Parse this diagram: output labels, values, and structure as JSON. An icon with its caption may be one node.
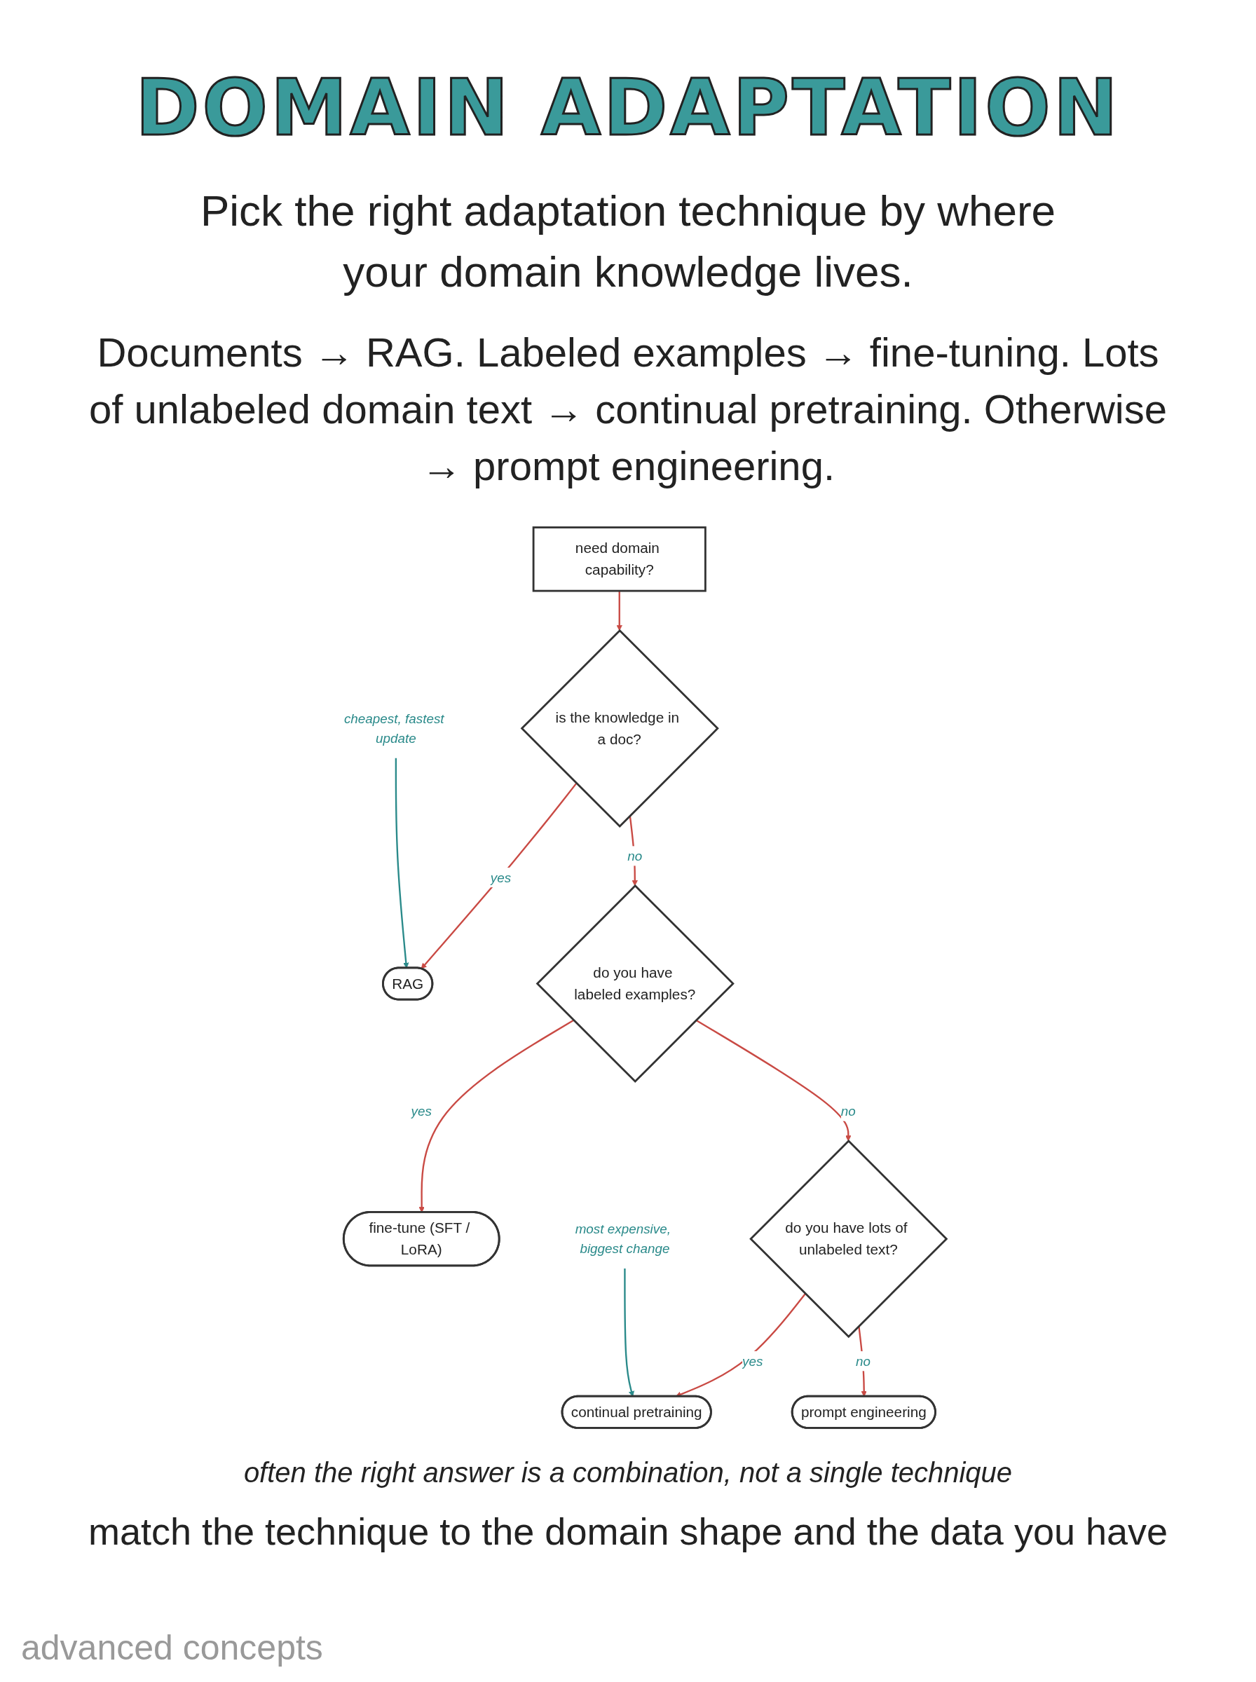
{
  "diagram": {
    "title": "DOMAIN ADAPTATION",
    "nodes": [
      {
        "text": [
          "need domain capability?"
        ]
      },
      {
        "text": [
          "is the knowledge in a doc?"
        ]
      },
      {
        "text": [
          "RAG"
        ]
      },
      {
        "text": [
          "do you have labeled examples?"
        ]
      },
      {
        "text": [
          "fine-tune (SFT / LoRA)"
        ]
      },
      {
        "text": [
          "do you have lots of unlabeled text?"
        ]
      },
      {
        "text": [
          "continual pretraining"
        ]
      },
      {
        "text": [
          "prompt engineering"
        ]
      },
      {
        "text": [
          "cheapest, fastest update"
        ]
      },
      {
        "text": [
          "most expensive, biggest change"
        ]
      }
    ],
    "edges": [
      {
        "from": 0,
        "to": 1,
        "arrow": "to"
      },
      {
        "from": 1,
        "to": 2,
        "arrow": "to",
        "label": "yes"
      },
      {
        "from": 1,
        "to": 3,
        "arrow": "to",
        "label": "no"
      },
      {
        "from": 3,
        "to": 4,
        "arrow": "to",
        "label": "yes"
      },
      {
        "from": 3,
        "to": 5,
        "arrow": "to",
        "label": "no"
      },
      {
        "from": 5,
        "to": 6,
        "arrow": "to",
        "label": "yes"
      },
      {
        "from": 5,
        "to": 7,
        "arrow": "to",
        "label": "no"
      },
      {
        "from": 8,
        "to": 2,
        "arrow": "to",
        "color": "#2a8a8a"
      },
      {
        "from": 9,
        "to": 6,
        "arrow": "to",
        "color": "#2a8a8a"
      }
    ],
    "labels": [
      "Pick the right adaptation technique by where your domain knowledge lives.",
      "Documents → RAG. Labeled examples → fine-tuning. Lots of unlabeled domain text → continual pretraining. Otherwise → prompt engineering.",
      "often the right answer is a combination, not a single technique",
      "match the technique to the domain shape and the data you have",
      "advanced concepts"
    ]
  }
}
